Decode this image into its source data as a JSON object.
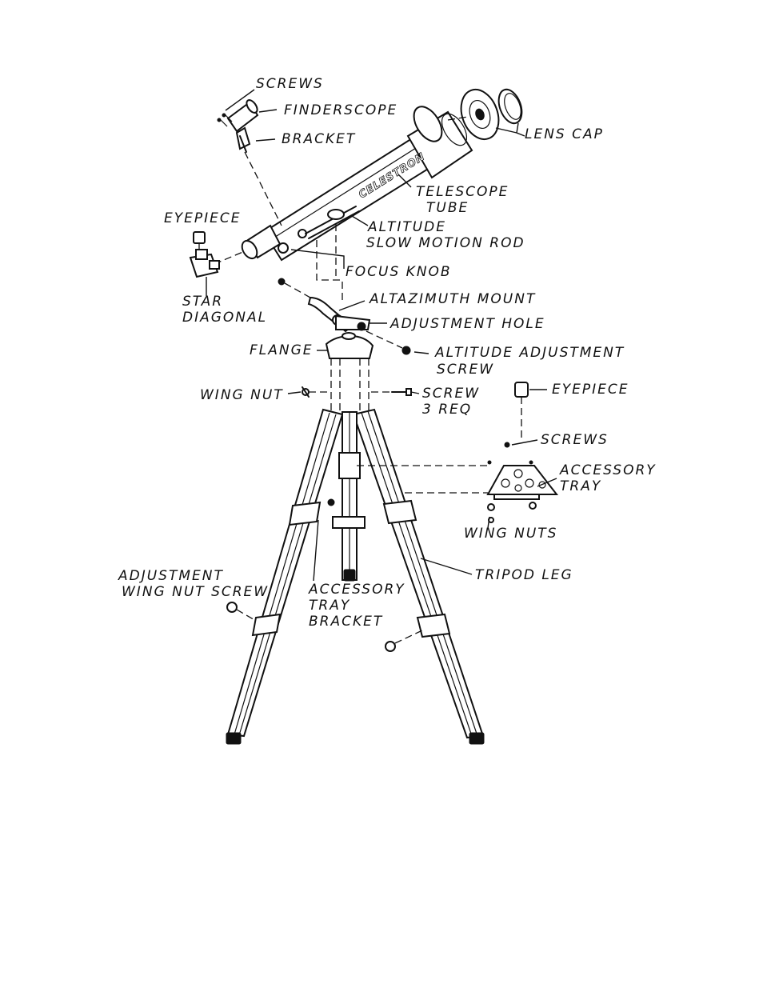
{
  "labels": {
    "screws_top": "SCREWS",
    "finderscope": "FINDERSCOPE",
    "bracket": "BRACKET",
    "lens_cap": "LENS CAP",
    "telescope_tube_1": "TELESCOPE",
    "telescope_tube_2": "TUBE",
    "eyepiece_left": "EYEPIECE",
    "altitude_rod_1": "ALTITUDE",
    "altitude_rod_2": "SLOW MOTION ROD",
    "focus_knob": "FOCUS KNOB",
    "star_diagonal_1": "STAR",
    "star_diagonal_2": "DIAGONAL",
    "altazimuth_mount": "ALTAZIMUTH MOUNT",
    "adjustment_hole": "ADJUSTMENT HOLE",
    "flange": "FLANGE",
    "altitude_screw_1": "ALTITUDE ADJUSTMENT",
    "altitude_screw_2": "SCREW",
    "wing_nut": "WING NUT",
    "screw_req_1": "SCREW",
    "screw_req_2": "3 REQ",
    "eyepiece_right": "EYEPIECE",
    "screws_right": "SCREWS",
    "accessory_tray_1": "ACCESSORY",
    "accessory_tray_2": "TRAY",
    "wing_nuts": "WING NUTS",
    "adj_wing_nut_1": "ADJUSTMENT",
    "adj_wing_nut_2": "WING NUT SCREW",
    "acc_bracket_1": "ACCESSORY",
    "acc_bracket_2": "TRAY",
    "acc_bracket_3": "BRACKET",
    "tripod_leg": "TRIPOD LEG"
  },
  "tube_brand": "CELESTRON",
  "colors": {
    "ink": "#111111",
    "paper": "#ffffff"
  }
}
